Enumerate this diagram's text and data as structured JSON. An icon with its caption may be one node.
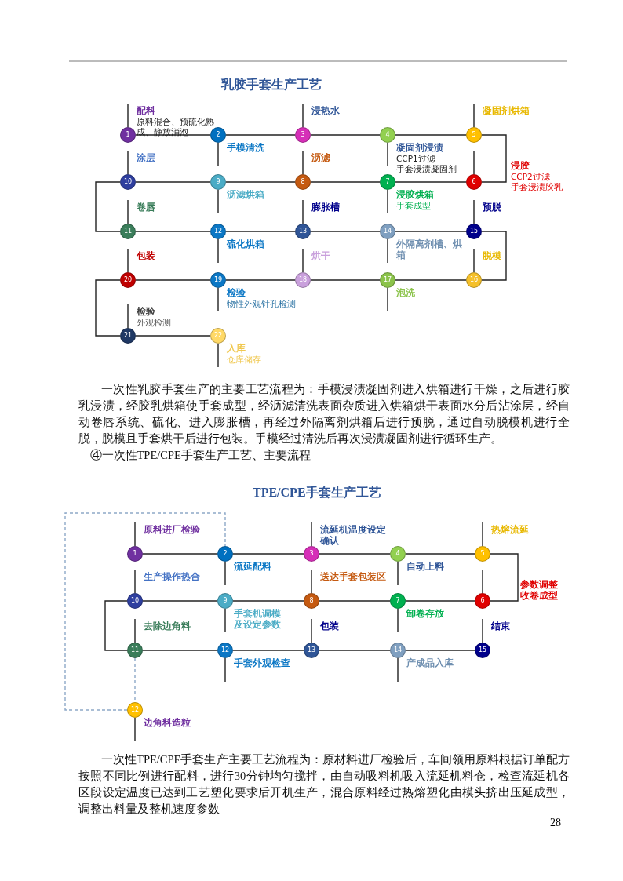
{
  "diagram": {
    "nodes": [
      {
        "text": [
          "1"
        ],
        "beside": [
          "配料",
          "原料混合、预硫化熟成、静放消泡"
        ]
      },
      {
        "text": [
          "2"
        ],
        "beside": [
          "手模清洗"
        ]
      },
      {
        "text": [
          "3"
        ],
        "beside": [
          "浸热水"
        ]
      },
      {
        "text": [
          "4"
        ],
        "beside": [
          "凝固剂浸渍",
          "CCP1过滤手套浸渍凝固剂"
        ]
      },
      {
        "text": [
          "5"
        ],
        "beside": [
          "凝固剂烘箱"
        ]
      },
      {
        "text": [
          "6"
        ],
        "beside": [
          "浸胶",
          "CCP2过滤手套浸渍胶乳"
        ]
      },
      {
        "text": [
          "7"
        ],
        "beside": [
          "浸胶烘箱",
          "手套成型"
        ]
      },
      {
        "text": [
          "8"
        ],
        "beside": [
          "沥滤"
        ]
      },
      {
        "text": [
          "9"
        ],
        "beside": [
          "沥滤烘箱"
        ]
      },
      {
        "text": [
          "10"
        ],
        "beside": [
          "涂层"
        ]
      },
      {
        "text": [
          "11"
        ],
        "beside": [
          "卷唇"
        ]
      },
      {
        "text": [
          "12"
        ],
        "beside": [
          "硫化烘箱"
        ]
      },
      {
        "text": [
          "13"
        ],
        "beside": [
          "膨胀槽"
        ]
      },
      {
        "text": [
          "14"
        ],
        "beside": [
          "外隔离剂槽、烘箱"
        ]
      },
      {
        "text": [
          "15"
        ],
        "beside": [
          "预脱"
        ]
      },
      {
        "text": [
          "16"
        ],
        "beside": [
          "脱模"
        ]
      },
      {
        "text": [
          "17"
        ],
        "beside": [
          "泡洗"
        ]
      },
      {
        "text": [
          "18"
        ],
        "beside": [
          "烘干"
        ]
      },
      {
        "text": [
          "19"
        ],
        "beside": [
          "检验",
          "物性外观针孔检测"
        ]
      },
      {
        "text": [
          "20"
        ],
        "beside": [
          "包装"
        ]
      },
      {
        "text": [
          "21"
        ],
        "beside": [
          "检验",
          "外观检测"
        ]
      },
      {
        "text": [
          "22"
        ],
        "beside": [
          "入库",
          "仓库储存"
        ]
      },
      {
        "text": [
          "1"
        ],
        "beside": [
          "原料进厂检验"
        ]
      },
      {
        "text": [
          "2"
        ],
        "beside": [
          "流延配料"
        ]
      },
      {
        "text": [
          "3"
        ],
        "beside": [
          "流延机温度设定确认"
        ]
      },
      {
        "text": [
          "4"
        ],
        "beside": [
          "自动上料"
        ]
      },
      {
        "text": [
          "5"
        ],
        "beside": [
          "热熔流延"
        ]
      },
      {
        "text": [
          "6"
        ],
        "beside": [
          "参数调整收卷成型"
        ]
      },
      {
        "text": [
          "7"
        ],
        "beside": [
          "卸卷存放"
        ]
      },
      {
        "text": [
          "8"
        ],
        "beside": [
          "送达手套包装区"
        ]
      },
      {
        "text": [
          "9"
        ],
        "beside": [
          "手套机调模及设定参数"
        ]
      },
      {
        "text": [
          "10"
        ],
        "beside": [
          "生产操作热合"
        ]
      },
      {
        "text": [
          "11"
        ],
        "beside": [
          "去除边角料"
        ]
      },
      {
        "text": [
          "12"
        ],
        "beside": [
          "手套外观检查"
        ]
      },
      {
        "text": [
          "13"
        ],
        "beside": [
          "包装"
        ]
      },
      {
        "text": [
          "14"
        ],
        "beside": [
          "产成品入库"
        ]
      },
      {
        "text": [
          "15"
        ],
        "beside": [
          "结束"
        ]
      },
      {
        "text": [
          "12"
        ],
        "beside": [
          "边角料造粒"
        ]
      }
    ],
    "edges": [
      {
        "from": 0,
        "to": 1,
        "arrow": "none"
      },
      {
        "from": 1,
        "to": 2,
        "arrow": "none"
      },
      {
        "from": 2,
        "to": 3,
        "arrow": "none"
      },
      {
        "from": 3,
        "to": 4,
        "arrow": "none"
      },
      {
        "from": 4,
        "to": 5,
        "arrow": "none"
      },
      {
        "from": 5,
        "to": 6,
        "arrow": "none"
      },
      {
        "from": 6,
        "to": 7,
        "arrow": "none"
      },
      {
        "from": 7,
        "to": 8,
        "arrow": "none"
      },
      {
        "from": 8,
        "to": 9,
        "arrow": "none"
      },
      {
        "from": 9,
        "to": 10,
        "arrow": "none"
      },
      {
        "from": 10,
        "to": 11,
        "arrow": "none"
      },
      {
        "from": 11,
        "to": 12,
        "arrow": "none"
      },
      {
        "from": 12,
        "to": 13,
        "arrow": "none"
      },
      {
        "from": 13,
        "to": 14,
        "arrow": "none"
      },
      {
        "from": 14,
        "to": 15,
        "arrow": "none"
      },
      {
        "from": 15,
        "to": 16,
        "arrow": "none"
      },
      {
        "from": 16,
        "to": 17,
        "arrow": "none"
      },
      {
        "from": 17,
        "to": 18,
        "arrow": "none"
      },
      {
        "from": 18,
        "to": 19,
        "arrow": "none"
      },
      {
        "from": 19,
        "to": 20,
        "arrow": "none"
      },
      {
        "from": 20,
        "to": 21,
        "arrow": "none"
      },
      {
        "from": 22,
        "to": 23,
        "arrow": "none"
      },
      {
        "from": 23,
        "to": 24,
        "arrow": "none"
      },
      {
        "from": 24,
        "to": 25,
        "arrow": "none"
      },
      {
        "from": 25,
        "to": 26,
        "arrow": "none"
      },
      {
        "from": 26,
        "to": 27,
        "arrow": "none"
      },
      {
        "from": 27,
        "to": 28,
        "arrow": "none"
      },
      {
        "from": 28,
        "to": 29,
        "arrow": "none"
      },
      {
        "from": 29,
        "to": 30,
        "arrow": "none"
      },
      {
        "from": 30,
        "to": 31,
        "arrow": "none"
      },
      {
        "from": 31,
        "to": 32,
        "arrow": "none"
      },
      {
        "from": 32,
        "to": 33,
        "arrow": "none"
      },
      {
        "from": 33,
        "to": 34,
        "arrow": "none"
      },
      {
        "from": 34,
        "to": 35,
        "arrow": "none"
      },
      {
        "from": 35,
        "to": 36,
        "arrow": "none"
      },
      {
        "from": 32,
        "to": 37,
        "arrow": "none",
        "style": "dashed",
        "color": "#8ea9c8"
      },
      {
        "from": 37,
        "to": 23,
        "arrow": "none",
        "style": "dashed",
        "color": "#8ea9c8"
      }
    ],
    "labels": [
      "乳胶手套生产工艺",
      "一次性乳胶手套生产的主要工艺流程为：手模浸渍凝固剂进入烘箱进行干燥，之后进行胶乳浸渍，经胶乳烘箱使手套成型，经沥滤清洗表面杂质进入烘箱烘干表面水分后沾涂层，经自动卷唇系统、硫化、进入膨胀槽，再经过外隔离剂烘箱后进行预脱，通过自动脱模机进行全脱，脱模且手套烘干后进行包装。手模经过清洗后再次浸渍凝固剂进行循环生产。",
      "④一次性TPE/CPE手套生产工艺、主要流程",
      "TPE/CPE手套生产工艺",
      "一次性TPE/CPE手套生产主要工艺流程为：原材料进厂检验后，车间领用原料根据订单配方按照不同比例进行配料，进行30分钟均匀搅拌，由自动吸料机吸入流延机料仓，检查流延机各区段设定温度已达到工艺塑化要求后开机生产，混合原料经过热熔塑化由模头挤出压延成型，调整出料量及整机速度参数",
      "28"
    ]
  }
}
